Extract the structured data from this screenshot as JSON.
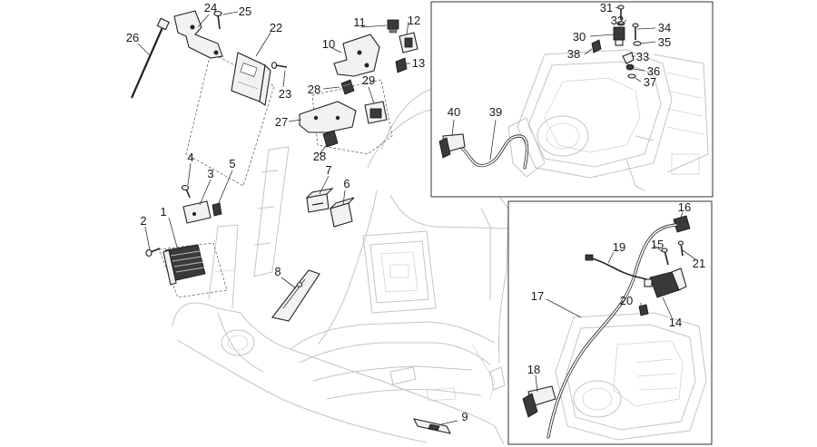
{
  "diagram": {
    "part_numbers": [
      "1",
      "2",
      "3",
      "4",
      "5",
      "6",
      "7",
      "8",
      "9",
      "10",
      "11",
      "12",
      "13",
      "14",
      "15",
      "16",
      "17",
      "18",
      "19",
      "20",
      "21",
      "22",
      "23",
      "24",
      "25",
      "26",
      "27",
      "28",
      "28",
      "29",
      "30",
      "31",
      "32",
      "33",
      "34",
      "35",
      "36",
      "37",
      "38",
      "39",
      "40"
    ]
  }
}
